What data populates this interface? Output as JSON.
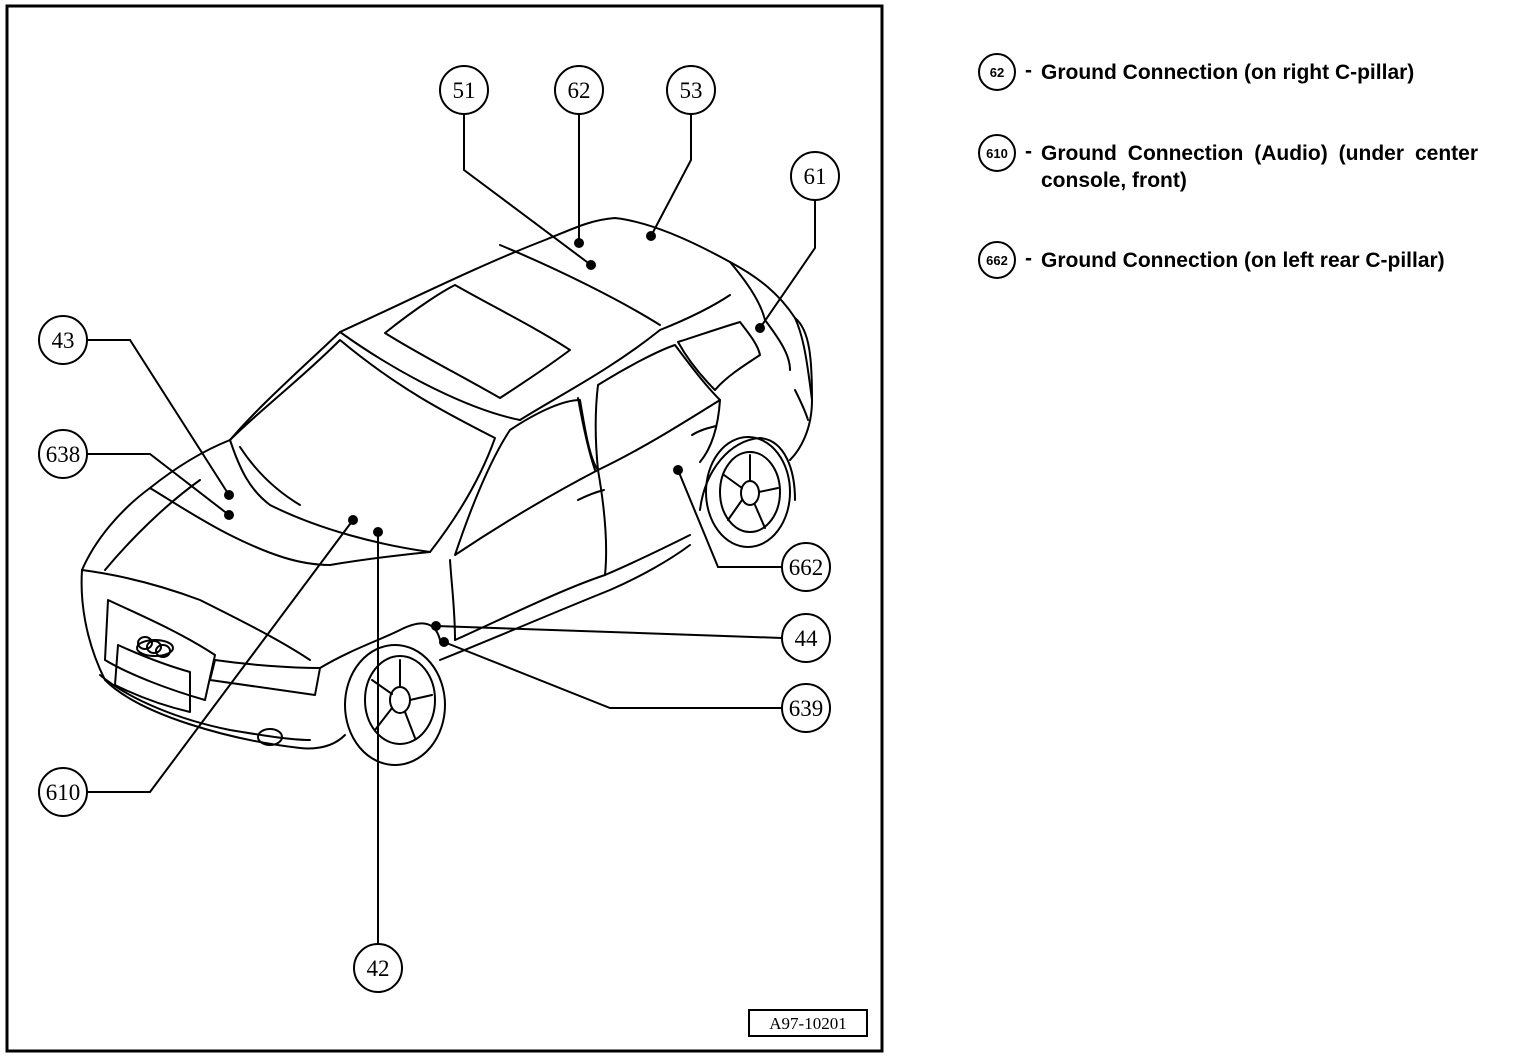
{
  "figure_id": "A97-10201",
  "callouts": [
    {
      "id": "c51",
      "label": "51"
    },
    {
      "id": "c62",
      "label": "62"
    },
    {
      "id": "c53",
      "label": "53"
    },
    {
      "id": "c61",
      "label": "61"
    },
    {
      "id": "c43",
      "label": "43"
    },
    {
      "id": "c638",
      "label": "638"
    },
    {
      "id": "c662",
      "label": "662"
    },
    {
      "id": "c44",
      "label": "44"
    },
    {
      "id": "c639",
      "label": "639"
    },
    {
      "id": "c610",
      "label": "610"
    },
    {
      "id": "c42",
      "label": "42"
    }
  ],
  "legend": [
    {
      "number": "62",
      "dash": "-",
      "text": "Ground Connection (on right C-pillar)"
    },
    {
      "number": "610",
      "dash": "-",
      "text": "Ground Connection (Audio) (under center console, front)"
    },
    {
      "number": "662",
      "dash": "-",
      "text": "Ground Connection (on left rear C-pillar)"
    }
  ]
}
